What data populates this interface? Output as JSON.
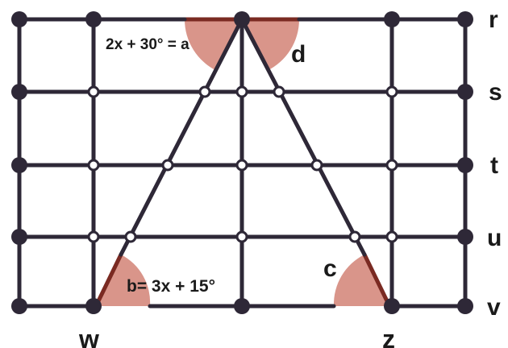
{
  "lines": {
    "r": "r",
    "s": "s",
    "t": "t",
    "u": "u",
    "v": "v"
  },
  "points": {
    "w": "w",
    "z": "z"
  },
  "angles": {
    "a": "2x + 30° = a",
    "b": "b= 3x + 15°",
    "c": "c",
    "d": "d"
  },
  "colors": {
    "grid": "#2e2837",
    "angle_fill": "#d9958a",
    "angle_edge": "#7a2a22",
    "open_node_fill": "#ffffff"
  }
}
